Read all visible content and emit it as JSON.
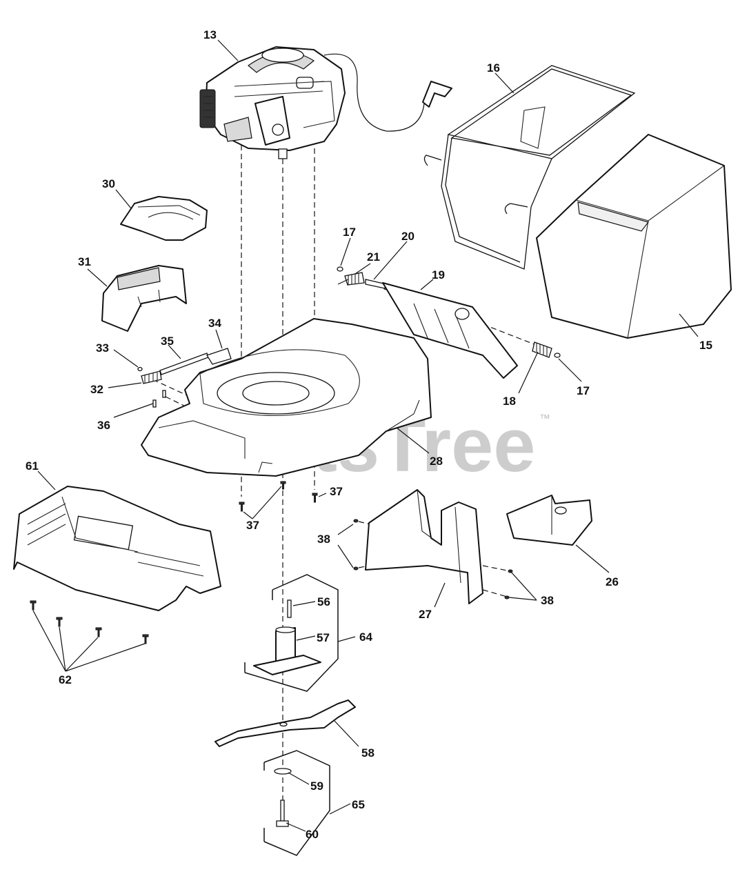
{
  "watermark": {
    "brand": "PartsTree",
    "trademark": "™"
  },
  "callouts": [
    {
      "id": "13",
      "label": "13"
    },
    {
      "id": "16",
      "label": "16"
    },
    {
      "id": "30",
      "label": "30"
    },
    {
      "id": "17a",
      "label": "17"
    },
    {
      "id": "20",
      "label": "20"
    },
    {
      "id": "21",
      "label": "21"
    },
    {
      "id": "19",
      "label": "19"
    },
    {
      "id": "31",
      "label": "31"
    },
    {
      "id": "15",
      "label": "15"
    },
    {
      "id": "34",
      "label": "34"
    },
    {
      "id": "33",
      "label": "33"
    },
    {
      "id": "35",
      "label": "35"
    },
    {
      "id": "32",
      "label": "32"
    },
    {
      "id": "18",
      "label": "18"
    },
    {
      "id": "17b",
      "label": "17"
    },
    {
      "id": "36",
      "label": "36"
    },
    {
      "id": "28",
      "label": "28"
    },
    {
      "id": "61",
      "label": "61"
    },
    {
      "id": "37a",
      "label": "37"
    },
    {
      "id": "37b",
      "label": "37"
    },
    {
      "id": "38a",
      "label": "38"
    },
    {
      "id": "26",
      "label": "26"
    },
    {
      "id": "38b",
      "label": "38"
    },
    {
      "id": "27",
      "label": "27"
    },
    {
      "id": "56",
      "label": "56"
    },
    {
      "id": "57",
      "label": "57"
    },
    {
      "id": "64",
      "label": "64"
    },
    {
      "id": "62",
      "label": "62"
    },
    {
      "id": "58",
      "label": "58"
    },
    {
      "id": "59",
      "label": "59"
    },
    {
      "id": "65",
      "label": "65"
    },
    {
      "id": "60",
      "label": "60"
    }
  ]
}
